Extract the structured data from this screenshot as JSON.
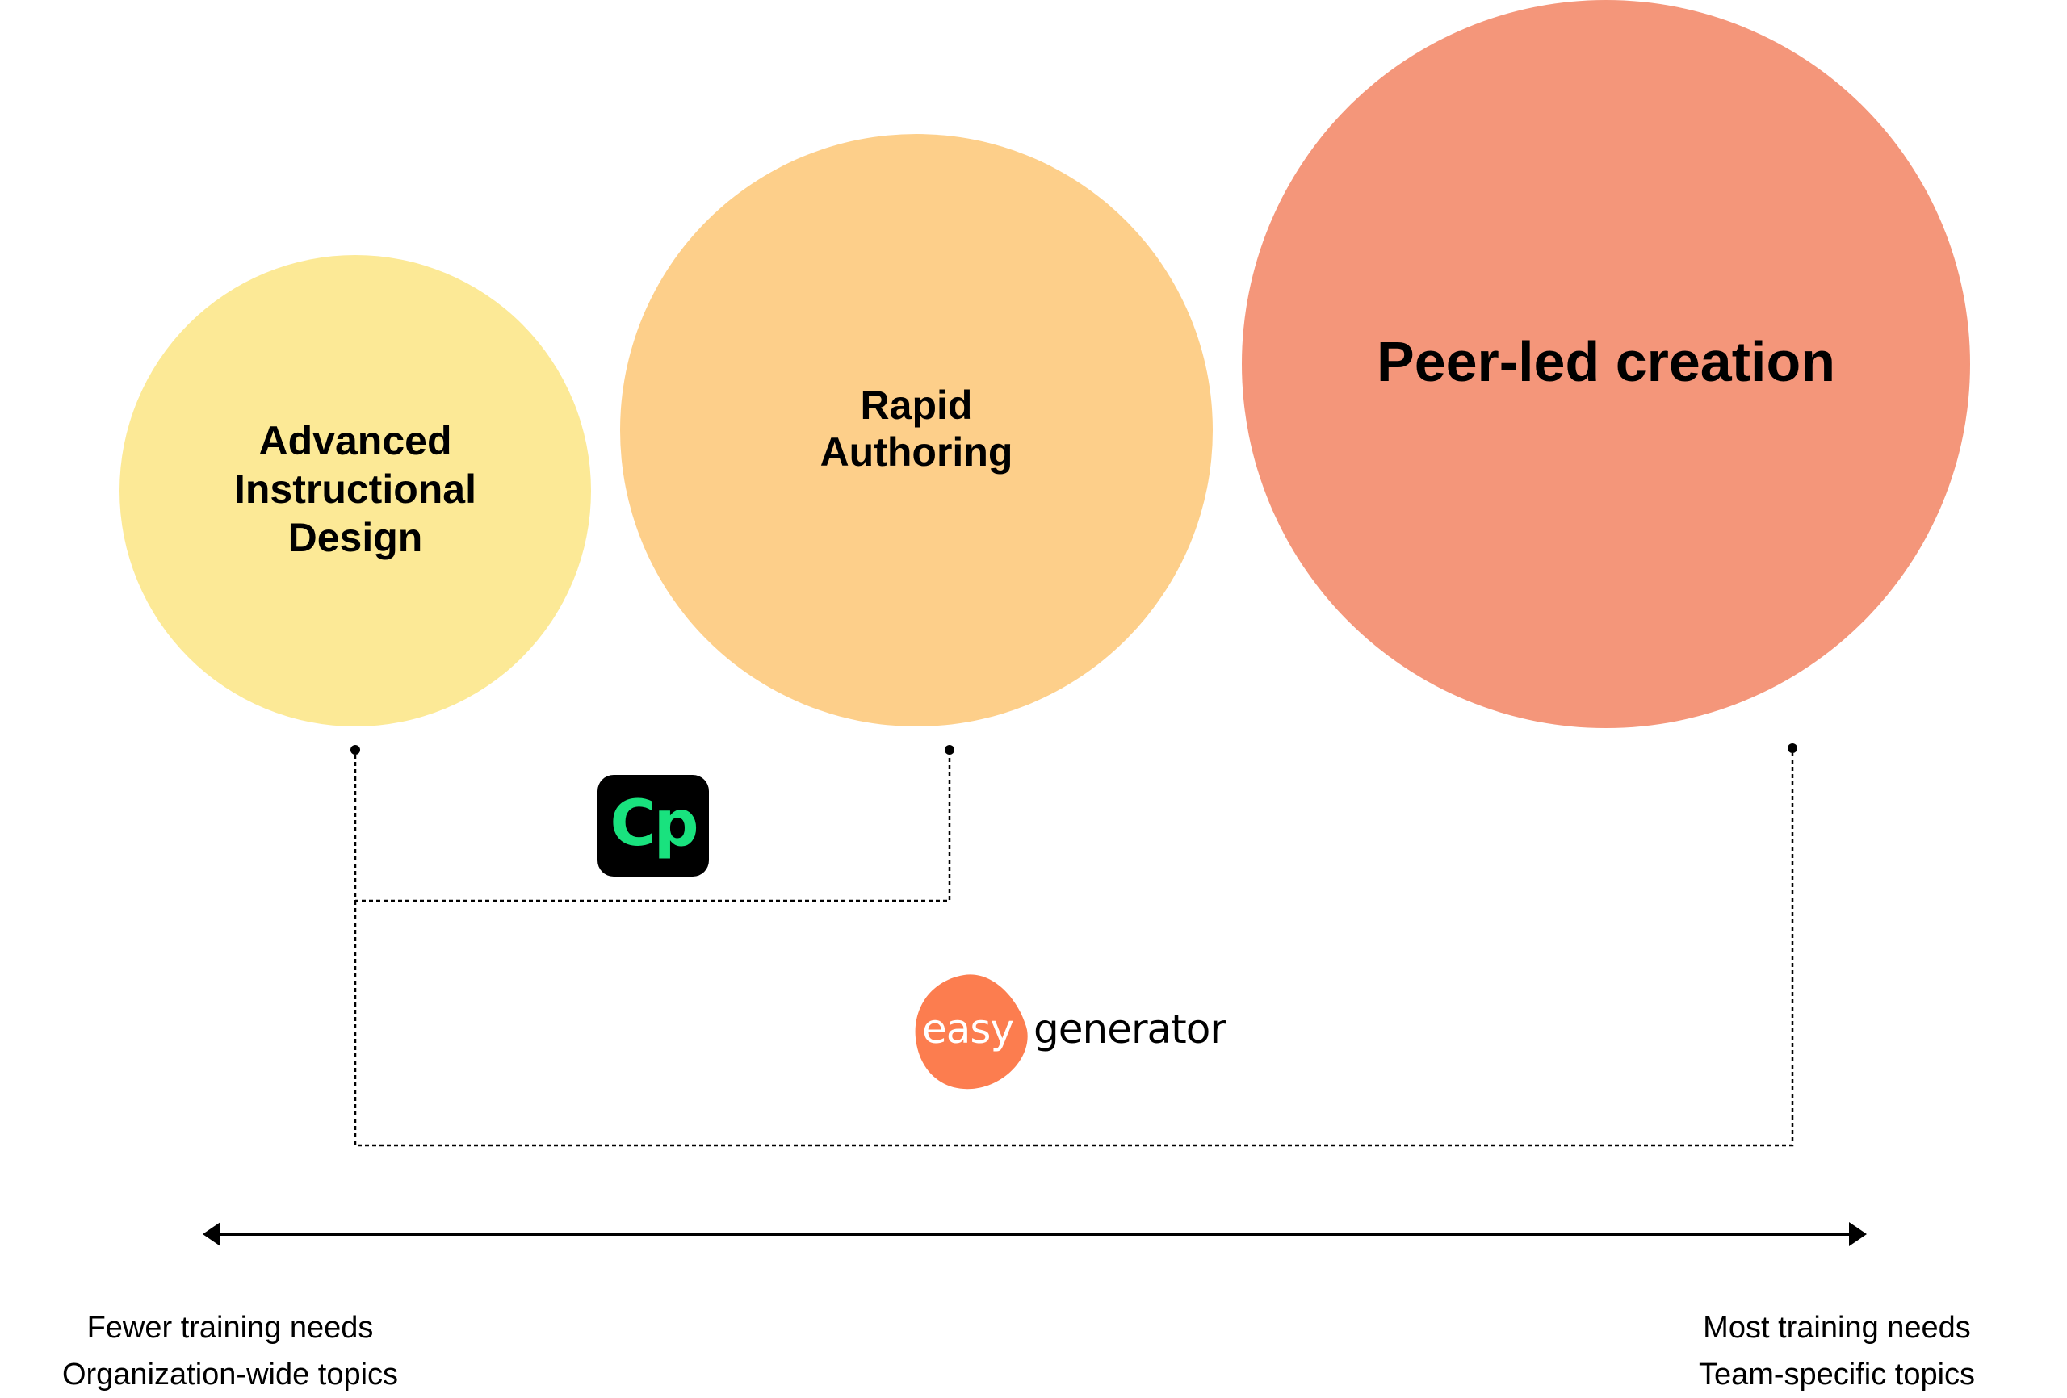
{
  "circles": [
    {
      "id": "advanced-instructional-design",
      "label": "Advanced\nInstructional\nDesign",
      "color": "#FCE996"
    },
    {
      "id": "rapid-authoring",
      "label": "Rapid\nAuthoring",
      "color": "#FDCF8A"
    },
    {
      "id": "peer-led-creation",
      "label": "Peer-led creation",
      "color": "#F4967A"
    }
  ],
  "logos": {
    "captivate": {
      "text": "Cp",
      "background": "#000000",
      "color": "#19E27E"
    },
    "easygenerator": {
      "part1": "easy",
      "part2": "generator",
      "accent": "#FC7D4F"
    }
  },
  "axis": {
    "left": {
      "line1": "Fewer training needs",
      "line2": "Organization-wide topics"
    },
    "right": {
      "line1": "Most training needs",
      "line2": "Team-specific topics"
    }
  }
}
